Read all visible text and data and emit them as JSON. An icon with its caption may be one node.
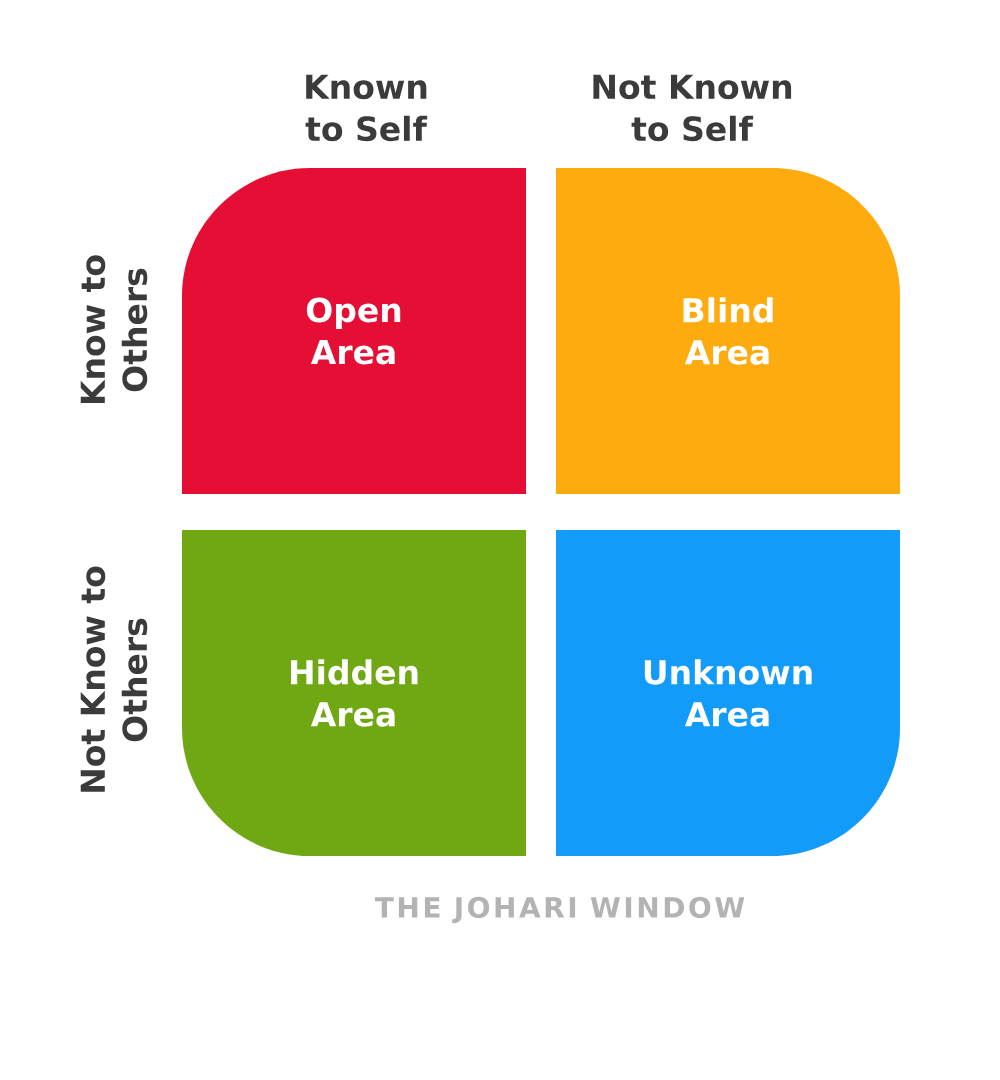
{
  "diagram": {
    "caption": "THE JOHARI WINDOW",
    "nodes": [
      {
        "text": [
          "Open Area"
        ]
      },
      {
        "text": [
          "Blind Area"
        ]
      },
      {
        "text": [
          "Hidden Area"
        ]
      },
      {
        "text": [
          "Unknown Area"
        ]
      }
    ],
    "labels": [
      "Known to Self",
      "Not Known to Self",
      "Know to Others",
      "Not Know to Others"
    ]
  }
}
